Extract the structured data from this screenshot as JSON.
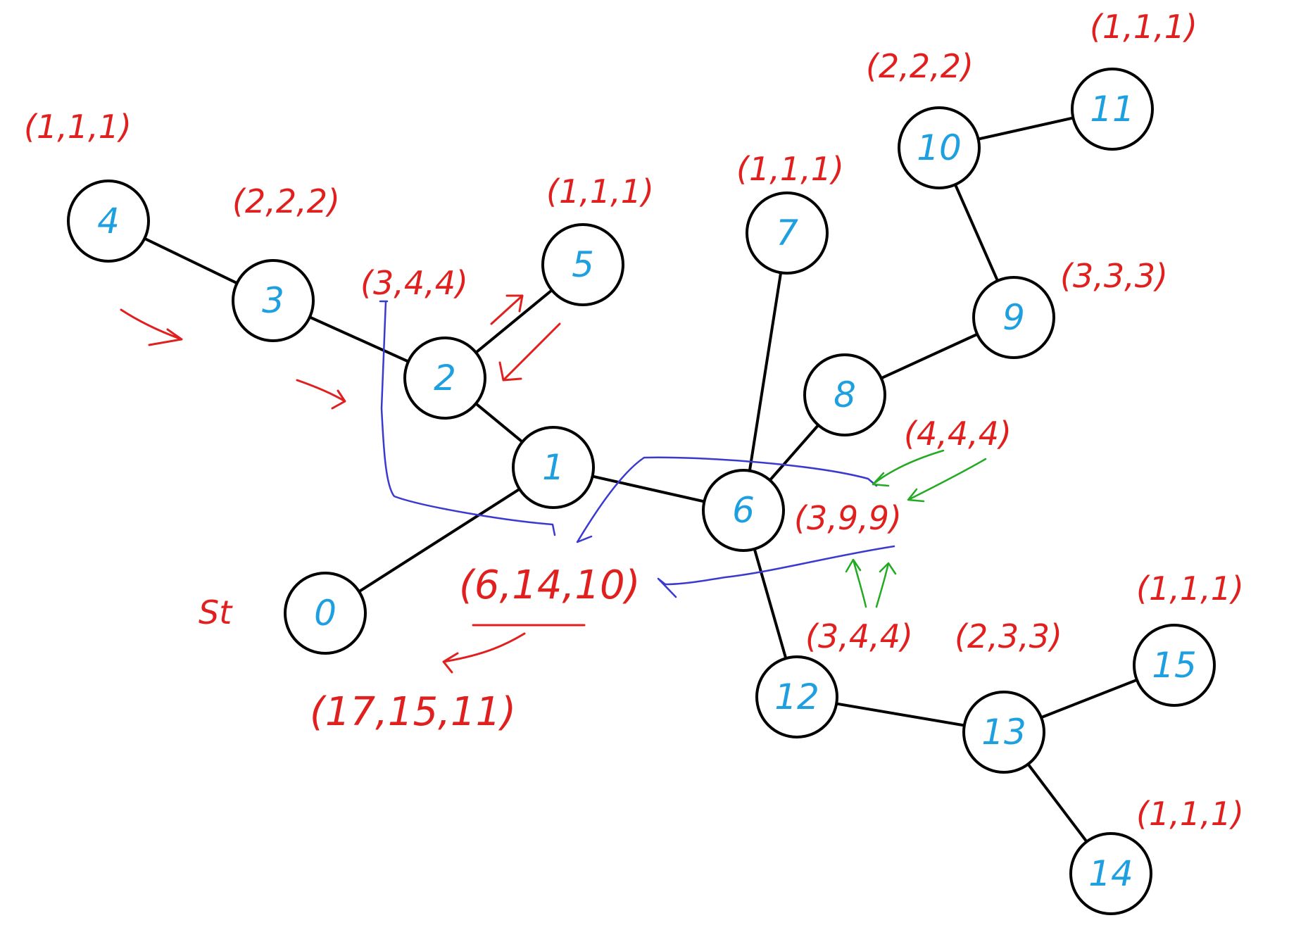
{
  "colors": {
    "node_label": "#1ea0e0",
    "annotation": "#e0201e",
    "connector": "#3a3ad0",
    "highlight": "#22aa22",
    "edge": "#000000"
  },
  "start_label": "St",
  "nodes": [
    {
      "id": "0"
    },
    {
      "id": "1"
    },
    {
      "id": "2"
    },
    {
      "id": "3"
    },
    {
      "id": "4"
    },
    {
      "id": "5"
    },
    {
      "id": "6"
    },
    {
      "id": "7"
    },
    {
      "id": "8"
    },
    {
      "id": "9"
    },
    {
      "id": "10"
    },
    {
      "id": "11"
    },
    {
      "id": "12"
    },
    {
      "id": "13"
    },
    {
      "id": "14"
    },
    {
      "id": "15"
    }
  ],
  "edges": [
    [
      "0",
      "1"
    ],
    [
      "1",
      "2"
    ],
    [
      "2",
      "3"
    ],
    [
      "3",
      "4"
    ],
    [
      "2",
      "5"
    ],
    [
      "1",
      "6"
    ],
    [
      "6",
      "7"
    ],
    [
      "6",
      "8"
    ],
    [
      "8",
      "9"
    ],
    [
      "9",
      "10"
    ],
    [
      "10",
      "11"
    ],
    [
      "6",
      "12"
    ],
    [
      "12",
      "13"
    ],
    [
      "13",
      "14"
    ],
    [
      "13",
      "15"
    ]
  ],
  "annotations": {
    "t4": "(1,1,1)",
    "t3": "(2,2,2)",
    "t2": "(3,4,4)",
    "t5": "(1,1,1)",
    "t7": "(1,1,1)",
    "t10": "(2,2,2)",
    "t11": "(1,1,1)",
    "t9": "(3,3,3)",
    "t8": "(4,4,4)",
    "t6": "(3,9,9)",
    "t1": "(6,14,10)",
    "t0": "(17,15,11)",
    "t12": "(3,4,4)",
    "t13": "(2,3,3)",
    "t15": "(1,1,1)",
    "t14": "(1,1,1)"
  }
}
